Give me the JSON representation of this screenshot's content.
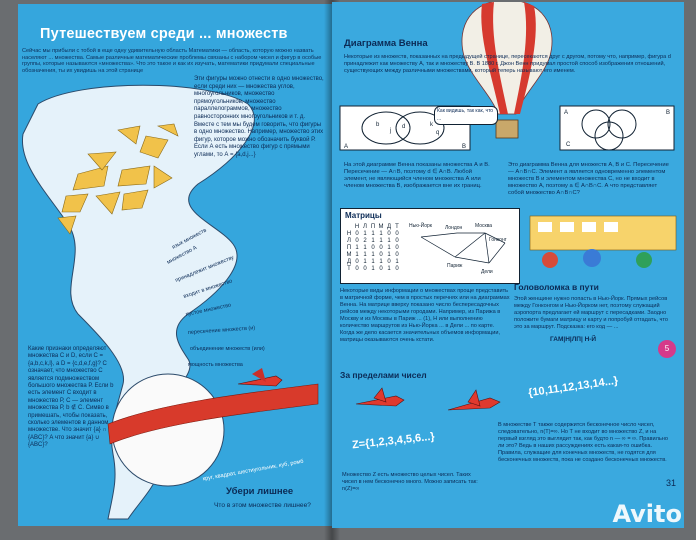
{
  "left": {
    "title": "Путешествуем среди ... множеств",
    "intro": "Сейчас мы прибыли с тобой в еще одну удивительную область Математики — область, которую можно назвать населяют ... множества. Самые различные математические проблемы связаны с набором чисел и фигур в особые группы, которые называются «множества». Что это такое и как их изучать, математики придумали специальные обозначения, ты их увидишь на этой странице",
    "para1": "Эти фигуры можно отнести в одно множество, если среди них — множества углов, многоугольников, множество прямоугольников, множество параллелограммов, множество равносторонних многоугольников и т. д. Вместе с тем мы будем говорить, что фигуры в одно множество. Например, множество этих фигур, которое можно обозначить буквой Р. Если А есть множество фигур с прямыми углами, то А = {a,d,j...}",
    "tornado_words": [
      "язык множеств",
      "множество А",
      "принадлежит множеству",
      "входит в множество",
      "пустое множество",
      "пересечение множеств (и)",
      "объединение множеств (или)",
      "мощность множества"
    ],
    "para2": "Какие признаки определяют множества C и D, если C = {a,b,c,k,l}, а D = {c,d,e,f,g}? C означает, что множество C является подмножеством большого множества Р. Если b есть элемент C входит в множество Р, C — элемент множества Р, b ∉ C. Симво в примешать, чтобы показать, сколько элементов в данном множестве. Что значит {a} ∩ {ABC}? А что значит {a} ∪ {ABC}?",
    "ribbon": "круг, квадрат, шестиугольник, куб, ромб",
    "balloon_title": "Убери лишнее",
    "balloon_text": "Что в этом множестве лишнее?"
  },
  "right": {
    "venn_title": "Диаграмма Венна",
    "venn_text": "Некоторые из множеств, показанных на предыдущей странице, пересекаются друг с другом, потому что, например, фигура d принадлежит как множеству А, так и множеству В. В 1880 г. Джон Венн придумал простой способ изображения отношений, существующих между различными множествами, который теперь называют его именем.",
    "speech": "Как видишь, так как, что ...",
    "venn_labels": [
      "A",
      "B",
      "b",
      "j",
      "d",
      "k",
      "q",
      "A",
      "C",
      "B"
    ],
    "venn_caption_left": "На этой диаграмме Венна показаны множества А и В. Пересечение — А∩В, поэтому d ∈ А∩В. Любой элемент, не являющийся членом множества А или членом множества В, изображается вне их границ.",
    "venn_caption_right": "Это диаграмма Венна для множеств А, В и С. Пересечение — А∩В∩С. Элемент а является одновременно элементом множеств В и элементом множества С, но не входит в множество А, поэтому a ∈ А∩В∩С. А что представляет собой множество А∩В∩С?",
    "matrix_title": "Матрицы",
    "matrix_header": [
      "",
      "Н",
      "Л",
      "П",
      "М",
      "Д",
      "Т"
    ],
    "matrix_rows": [
      [
        "Н",
        "0",
        "1",
        "1",
        "1",
        "0",
        "0"
      ],
      [
        "Л",
        "0",
        "2",
        "1",
        "1",
        "1",
        "0"
      ],
      [
        "П",
        "1",
        "1",
        "0",
        "0",
        "1",
        "0"
      ],
      [
        "М",
        "1",
        "1",
        "1",
        "0",
        "1",
        "0"
      ],
      [
        "Д",
        "0",
        "1",
        "1",
        "1",
        "0",
        "1"
      ],
      [
        "Т",
        "0",
        "0",
        "1",
        "0",
        "1",
        "0"
      ]
    ],
    "cities": [
      "Нью-Йорк",
      "Лондон",
      "Москва",
      "Гонконг",
      "Париж",
      "Дели"
    ],
    "matrix_text": "Некоторые виды информации о множествах проще представить в матричной форме, чем в простых перечнях или на диаграммах Венна. На матрице вверху показано число беспересадочных рейсов между некоторыми городами. Например, из Парижа в Москву и из Москвы в Париж ... (1), Н или выполнению количество маршрутов из Нью-Йорка ... в Дели ... по карте. Когда же дело касается значительных объемов информации, матрицы оказываются очень кстати.",
    "puzzle_title": "Головоломка в пути",
    "puzzle_text": "Этой женщине нужно попасть в Нью-Йорк. Прямых рейсов между Гонконгом и Нью-Йорком нет, поэтому служащий аэропорта предлагает ей маршрут с пересадками. Заодно положите бумаги матрицу и карту и попробуй отгадать, что это за маршрут. Подсказка: его код — ...",
    "puzzle_code": "ГАМ|Н|ЛП| Н-Й",
    "numbers_title": "За пределами чисел",
    "sky_numbers": "{10,11,12,13,14...}",
    "z_numbers": "Z={1,2,3,4,5,6...}",
    "numbers_text_left": "Множество Z есть множество целых чисел. Таких чисел в нем бесконечно много. Можно записать так: n(Z)=∞",
    "numbers_text_right": "В множестве Т также содержится бесконечное число чисел, следовательно, n(T)=∞. Но Т не входит во множество Z, и на первый взгляд это выглядит так, как будто n — ∞ = ∞. Правильно ли это? Ведь в наших рассуждениях есть какая-то ошибка. Правила, служащие для конечных множеств, не годятся для бесконечных множеств, пока не создано бесконечных множеств.",
    "page_number": "31",
    "corner_number": "5"
  },
  "watermark": "Avito"
}
